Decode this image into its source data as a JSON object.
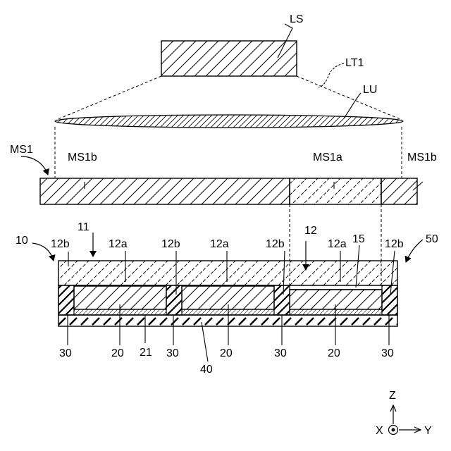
{
  "labels": {
    "light_source": "LS",
    "light_path": "LT1",
    "lens": "LU",
    "mask": "MS1",
    "mask_shield_left": "MS1b",
    "mask_opening": "MS1a",
    "mask_shield_right": "MS1b",
    "assembly": "10",
    "substrate": "11",
    "edge_left": "12b",
    "area_a1": "12a",
    "edge_b2": "12b",
    "area_a2": "12a",
    "edge_b3": "12b",
    "area_c": "12",
    "area_a3": "12a",
    "layer_15": "15",
    "edge_b4": "12b",
    "device": "50",
    "spacer_1": "30",
    "chip_1": "20",
    "lead_21": "21",
    "spacer_2": "30",
    "base_40": "40",
    "chip_2": "20",
    "spacer_3": "30",
    "chip_3": "20",
    "spacer_4": "30"
  },
  "axes": {
    "z": "Z",
    "x": "X",
    "y": "Y"
  }
}
